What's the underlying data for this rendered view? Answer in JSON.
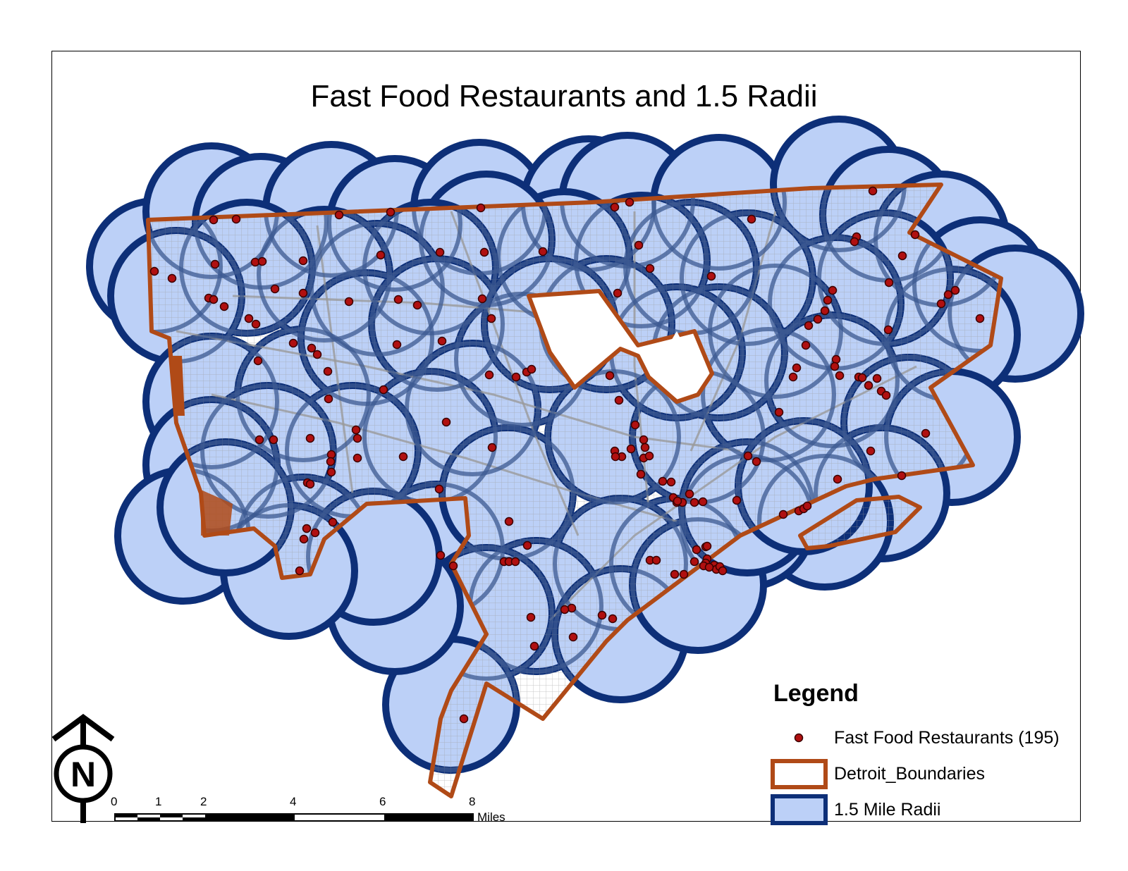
{
  "map": {
    "title": "Fast Food Restaurants and 1.5 Radii"
  },
  "legend": {
    "title": "Legend",
    "items": [
      {
        "label": "Fast Food Restaurants (195)",
        "symbol": "point",
        "color": "#b01010"
      },
      {
        "label": "Detroit_Boundaries",
        "symbol": "outline",
        "color": "#b04a17"
      },
      {
        "label": "1.5 Mile Radii",
        "symbol": "filled-circle",
        "color": "#bcd0f7",
        "stroke": "#0d2f78"
      }
    ]
  },
  "scale_bar": {
    "ticks": [
      "0",
      "1",
      "2",
      "4",
      "6",
      "8"
    ],
    "unit": "Miles"
  },
  "north_arrow": {
    "letter": "N"
  },
  "colors": {
    "radius_fill": "#bcd0f7",
    "radius_stroke": "#0d2f78",
    "boundary": "#b04a17",
    "restaurant_point": "#b01010",
    "streets": "#9a9a9a"
  }
}
